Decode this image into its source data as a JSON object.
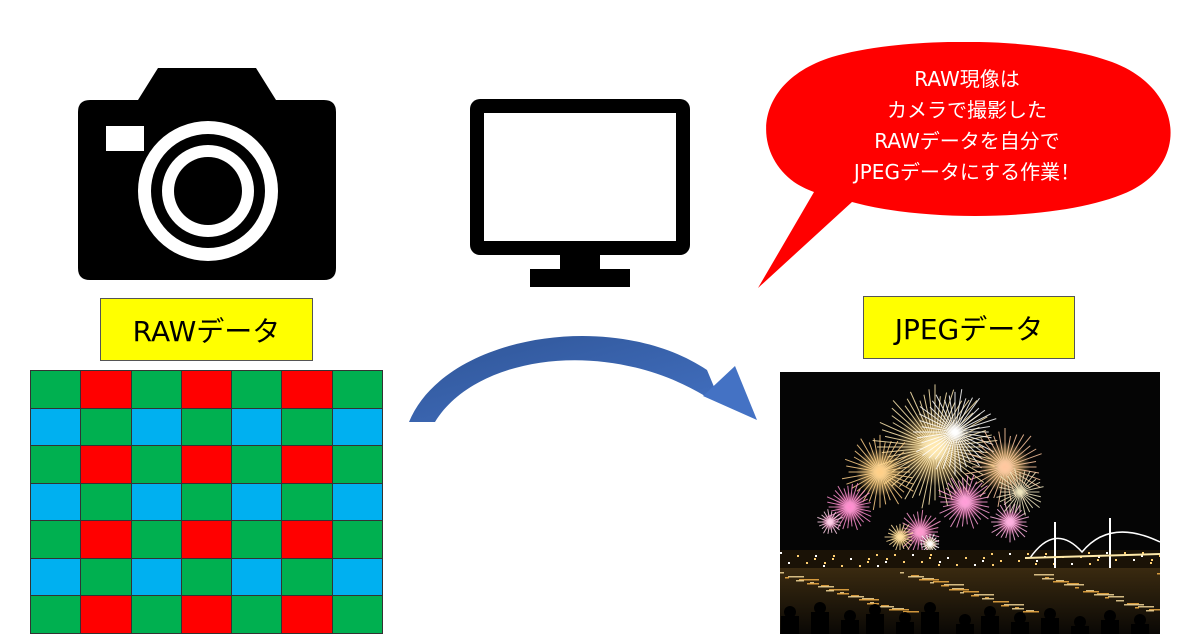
{
  "camera": {
    "icon": "camera-icon"
  },
  "monitor": {
    "icon": "monitor-icon"
  },
  "bubble": {
    "lines": [
      "RAW現像は",
      "カメラで撮影した",
      "RAWデータを自分で",
      "JPEGデータにする作業！"
    ],
    "fill_color": "#ff0000",
    "text_color": "#ffffff"
  },
  "raw_label": "RAWデータ",
  "jpeg_label": "JPEGデータ",
  "label_color": "#ffff00",
  "bayer": {
    "colors": {
      "R": "#ff0000",
      "G": "#00b050",
      "B": "#00b0f0"
    },
    "rows": [
      [
        "G",
        "R",
        "G",
        "R",
        "G",
        "R",
        "G"
      ],
      [
        "B",
        "G",
        "B",
        "G",
        "B",
        "G",
        "B"
      ],
      [
        "G",
        "R",
        "G",
        "R",
        "G",
        "R",
        "G"
      ],
      [
        "B",
        "G",
        "B",
        "G",
        "B",
        "G",
        "B"
      ],
      [
        "G",
        "R",
        "G",
        "R",
        "G",
        "R",
        "G"
      ],
      [
        "B",
        "G",
        "B",
        "G",
        "B",
        "G",
        "B"
      ],
      [
        "G",
        "R",
        "G",
        "R",
        "G",
        "R",
        "G"
      ]
    ]
  },
  "arrow": {
    "color": "#4472c4"
  },
  "photo": {
    "subject": "fireworks-night-photo"
  }
}
